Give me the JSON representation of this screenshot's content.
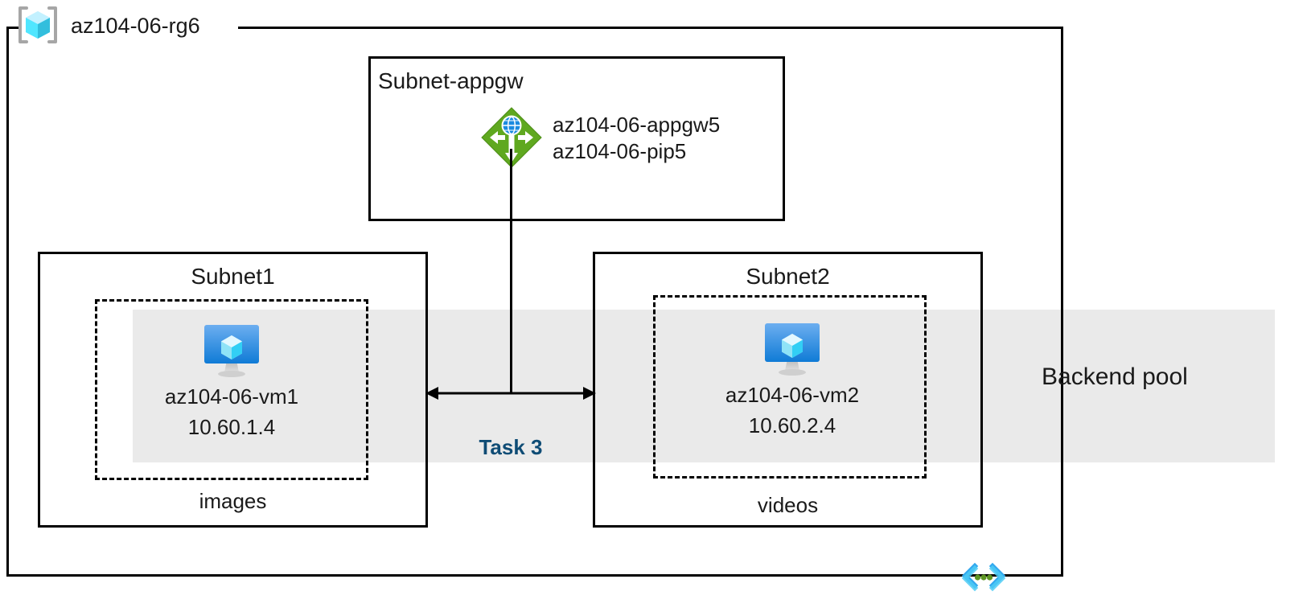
{
  "diagram": {
    "title": "az104-06-rg6",
    "resource_group": {
      "name": "az104-06-rg6",
      "icon": "resource-group-cube-icon"
    },
    "backend_pool": {
      "label": "Backend pool",
      "band_color": "#eaeaea"
    },
    "subnets": [
      {
        "id": "subnet-appgw",
        "title": "Subnet-appgw",
        "resources": [
          {
            "icon": "application-gateway-icon",
            "lines": [
              "az104-06-appgw5",
              "az104-06-pip5"
            ]
          }
        ]
      },
      {
        "id": "subnet1",
        "title": "Subnet1",
        "caption": "images",
        "vm": {
          "icon": "virtual-machine-icon",
          "name": "az104-06-vm1",
          "ip": "10.60.1.4"
        }
      },
      {
        "id": "subnet2",
        "title": "Subnet2",
        "caption": "videos",
        "vm": {
          "icon": "virtual-machine-icon",
          "name": "az104-06-vm2",
          "ip": "10.60.2.4"
        }
      }
    ],
    "annotations": [
      {
        "id": "task-3",
        "label": "Task 3",
        "color": "#0F4C75"
      }
    ],
    "footer_icon": "code-brackets-icon",
    "colors": {
      "border": "#000000",
      "band": "#eaeaea",
      "task_accent": "#0F4C75",
      "appgw_green": "#5FA81F",
      "vm_blue": "#1B8BE0",
      "cube_cyan": "#50E6FF",
      "code_blue": "#32A8EE",
      "code_green": "#5E9624"
    }
  }
}
